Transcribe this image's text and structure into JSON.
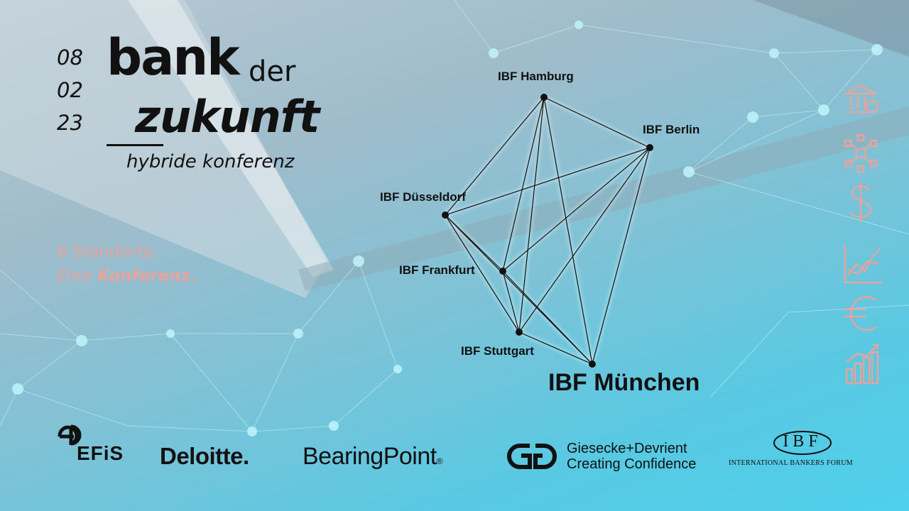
{
  "event": {
    "date_day": "08",
    "date_month": "02",
    "date_year": "23",
    "title_line1": "bank",
    "title_der": "der",
    "title_line2": "zukunft",
    "subtitle": "hybride konferenz"
  },
  "tagline": {
    "line1": "6 Standorte.",
    "line2_prefix": "Eine ",
    "line2_bold": "Konferenz."
  },
  "locations": [
    {
      "id": "hamburg",
      "label": "IBF Hamburg"
    },
    {
      "id": "berlin",
      "label": "IBF Berlin"
    },
    {
      "id": "duesseldorf",
      "label": "IBF Düsseldorf"
    },
    {
      "id": "frankfurt",
      "label": "IBF Frankfurt"
    },
    {
      "id": "stuttgart",
      "label": "IBF Stuttgart"
    },
    {
      "id": "muenchen",
      "label": "IBF München"
    }
  ],
  "icons": [
    "bank-building-icon",
    "blockchain-icon",
    "dollar-icon",
    "line-chart-icon",
    "euro-icon",
    "bar-chart-icon"
  ],
  "sponsors": {
    "efis": "EFiS",
    "deloitte": "Deloitte.",
    "bearingpoint": "BearingPoint",
    "bearingpoint_mark": "®",
    "gd_line1": "Giesecke+Devrient",
    "gd_line2": "Creating Confidence",
    "ibf_initials": "IBF",
    "ibf_name": "INTERNATIONAL BANKERS FORUM"
  },
  "colors": {
    "accent_pink": "#e7a39e",
    "text": "#111111",
    "network_line": "#c8f4fb"
  }
}
